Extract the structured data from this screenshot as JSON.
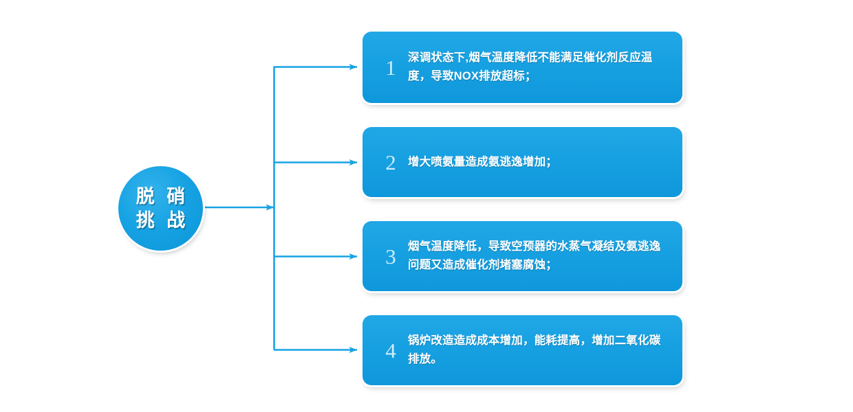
{
  "diagram": {
    "type": "tree-flow",
    "orientation": "left-to-right",
    "accent_color": "#16A0E1",
    "background_color": "#FFFFFF",
    "connector_color": "#17A3E3",
    "hub": {
      "shape": "circle",
      "label_lines": [
        "脱 硝",
        "挑 战"
      ],
      "label_full": "脱硝挑战"
    },
    "items": [
      {
        "number": "1",
        "text": "深调状态下,烟气温度降低不能满足催化剂反应温度，导致NOX排放超标；"
      },
      {
        "number": "2",
        "text": "增大喷氨量造成氨逃逸增加；"
      },
      {
        "number": "3",
        "text": "烟气温度降低，导致空预器的水蒸气凝结及氨逃逸问题又造成催化剂堵塞腐蚀；"
      },
      {
        "number": "4",
        "text": "锅炉改造造成成本增加，能耗提高，增加二氧化碳排放。"
      }
    ]
  }
}
